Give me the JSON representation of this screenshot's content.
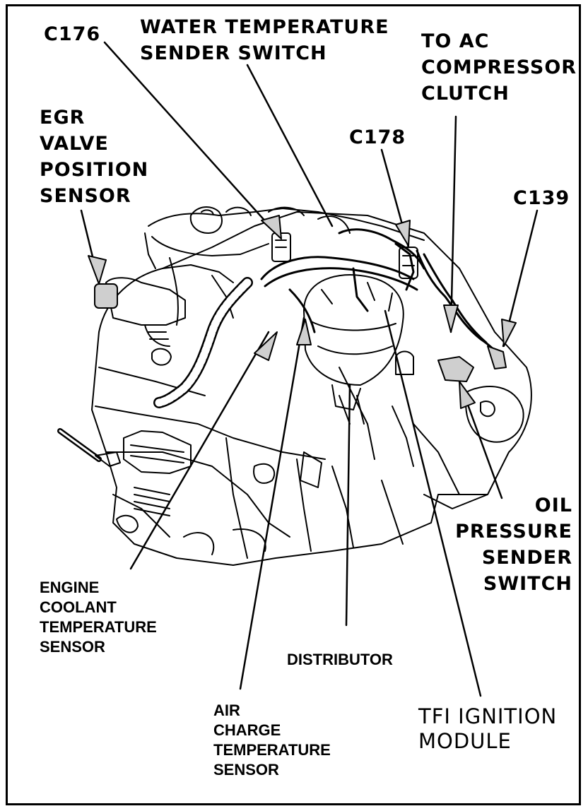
{
  "diagram": {
    "labels": {
      "c176": "C176",
      "water_temp": "WATER TEMPERATURE\nSENDER SWITCH",
      "ac_clutch": "TO AC\nCOMPRESSOR\nCLUTCH",
      "egr": "EGR\nVALVE\nPOSITION\nSENSOR",
      "c178": "C178",
      "c139": "C139",
      "oil_pressure": "OIL\nPRESSURE\nSENDER\nSWITCH",
      "engine_coolant": "ENGINE\nCOOLANT\nTEMPERATURE\nSENSOR",
      "distributor": "DISTRIBUTOR",
      "air_charge": "AIR\nCHARGE\nTEMPERATURE\nSENSOR",
      "tfi": "TFI IGNITION\nMODULE"
    },
    "colors": {
      "ink": "#000000",
      "paper": "#ffffff",
      "shade": "#cfcfcf"
    }
  }
}
